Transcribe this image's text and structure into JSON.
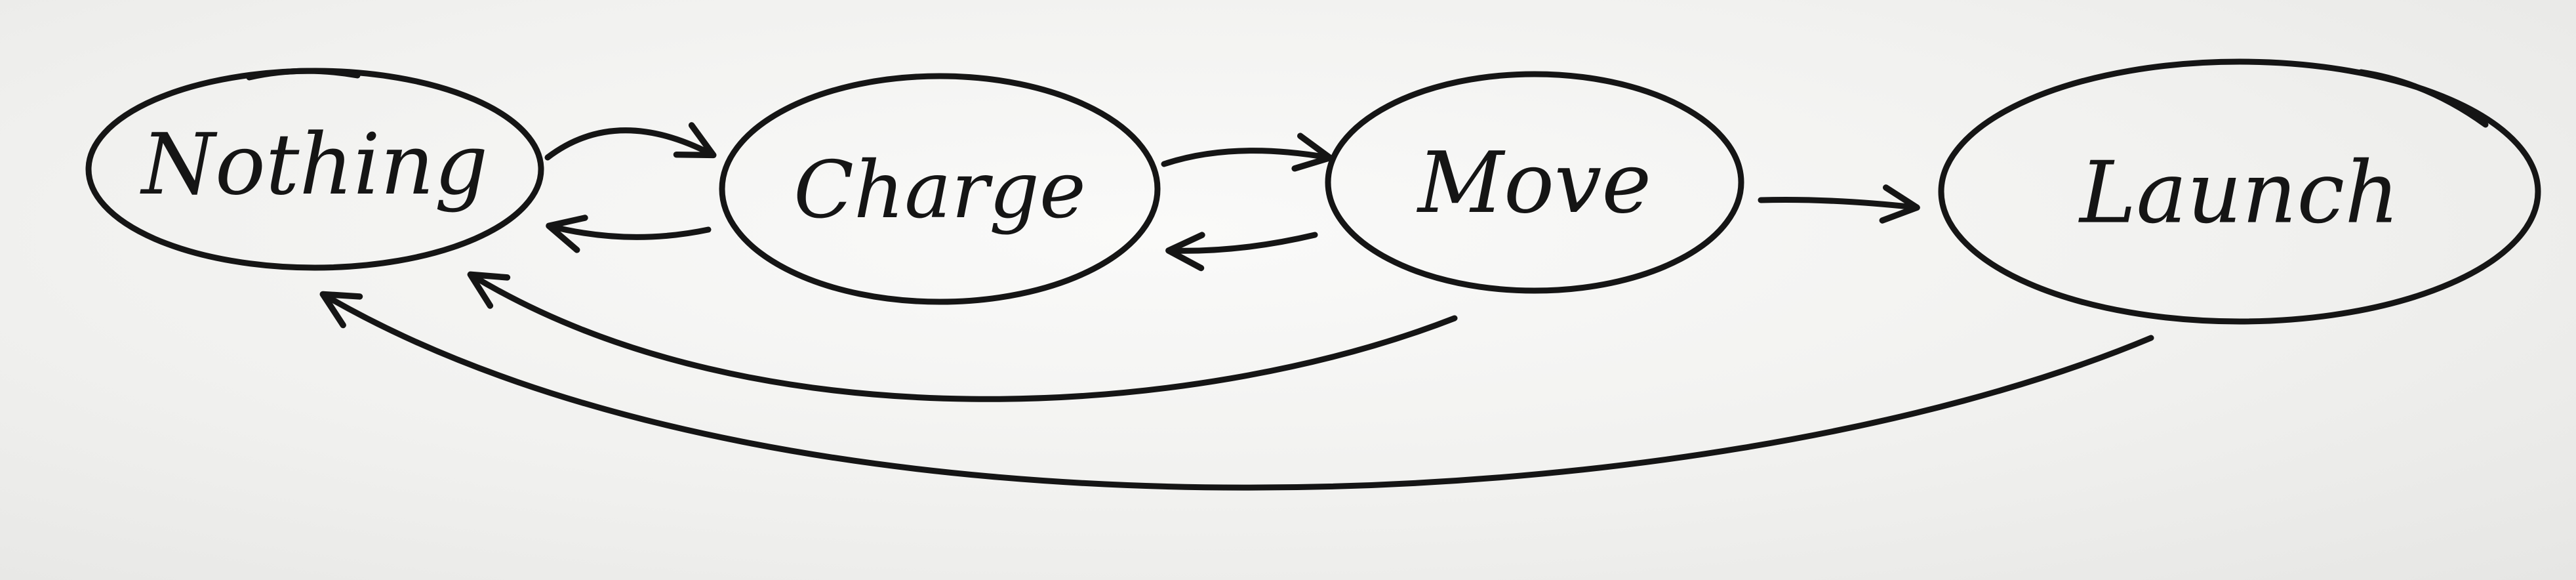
{
  "diagram": {
    "nodes": [
      {
        "id": "nothing",
        "label": "Nothing"
      },
      {
        "id": "charge",
        "label": "Charge"
      },
      {
        "id": "move",
        "label": "Move"
      },
      {
        "id": "launch",
        "label": "Launch"
      }
    ],
    "edges": [
      {
        "from": "nothing",
        "to": "charge"
      },
      {
        "from": "charge",
        "to": "nothing"
      },
      {
        "from": "charge",
        "to": "move"
      },
      {
        "from": "move",
        "to": "charge"
      },
      {
        "from": "move",
        "to": "launch"
      },
      {
        "from": "move",
        "to": "nothing"
      },
      {
        "from": "launch",
        "to": "nothing"
      }
    ],
    "ink_color": "#151515",
    "paper_color": "#f4f4f2"
  }
}
